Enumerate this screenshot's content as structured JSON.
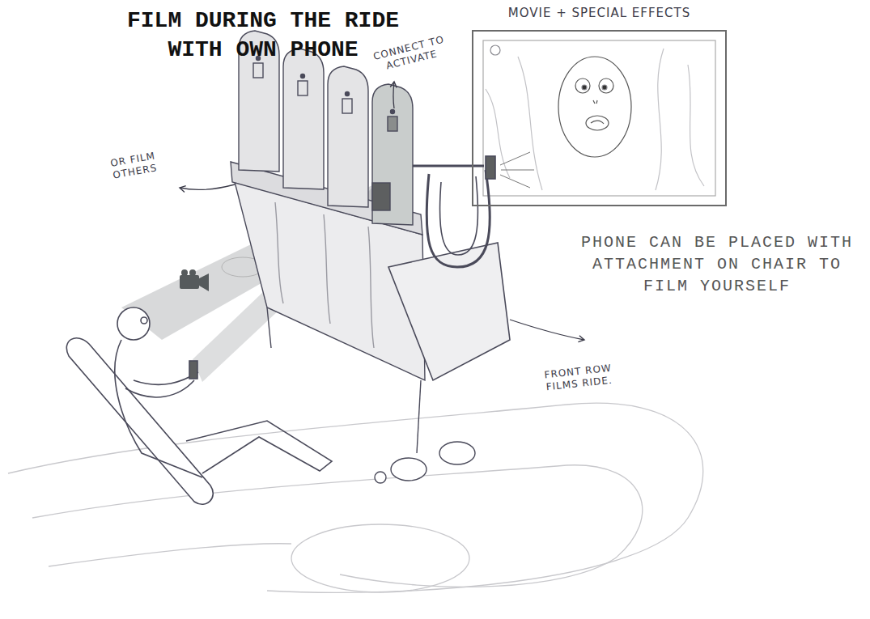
{
  "diagram": {
    "title": "FILM DURING THE RIDE WITH OWN PHONE",
    "nodes": [
      {
        "text": [
          "MOVIE + SPECIAL EFFECTS"
        ]
      }
    ],
    "labels": [
      "CONNECT TO ACTIVATE",
      "OR FILM OTHERS",
      "PHONE CAN BE PLACED WITH ATTACHMENT ON CHAIR TO FILM YOURSELF",
      "FRONT ROW FILMS RIDE."
    ]
  }
}
